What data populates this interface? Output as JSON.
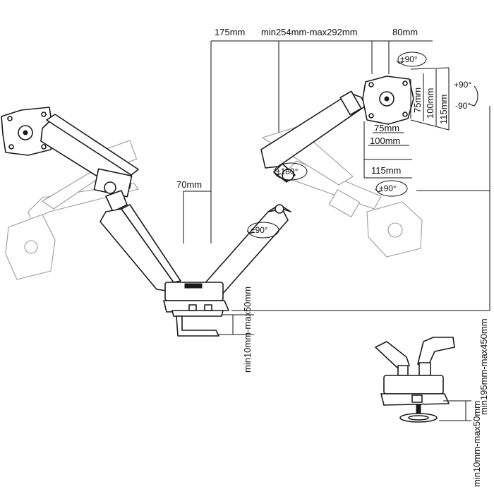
{
  "dimensions": {
    "top_left": "175mm",
    "top_middle": "min254mm-max292mm",
    "top_right": "80mm",
    "arm_offset": "70mm",
    "height_range": "min195mm-max450mm",
    "clamp_thickness": "min10mm-max50mm",
    "grommet_thickness": "min10mm-max50mm",
    "vesa_h_75": "75mm",
    "vesa_h_100": "100mm",
    "vesa_h_115": "115mm",
    "vesa_v_75": "75mm",
    "vesa_v_100": "100mm",
    "vesa_v_115": "115mm"
  },
  "rotations": {
    "swivel_top": "±90°",
    "tilt_up": "+90°",
    "tilt_down": "-90°",
    "swivel_monitor": "±90°",
    "arm_rotation": "±180°",
    "base_rotation": "±90°"
  },
  "colors": {
    "line": "#111111",
    "ghost": "#9a9a9a",
    "background": "#ffffff"
  }
}
